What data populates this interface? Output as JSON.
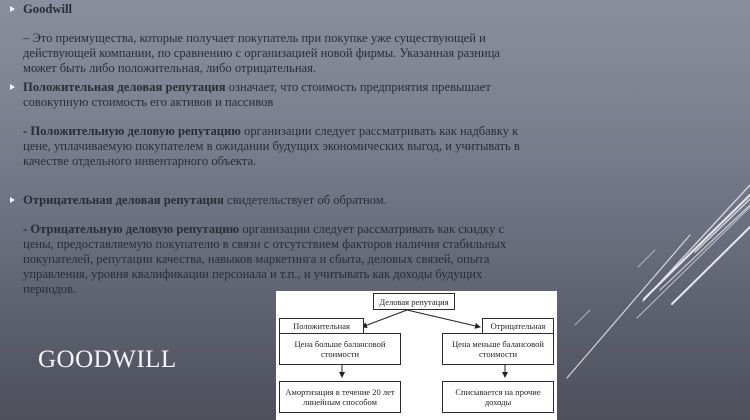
{
  "slide": {
    "title": "GOODWILL",
    "background": {
      "top": "#8a8e9c",
      "bottom": "#4d4f5b"
    },
    "text_color": "#2a2c36",
    "title_color": "#f4f5f8",
    "bullets": [
      {
        "heading": "Goodwill",
        "paragraphs": [
          {
            "bold": "",
            "text": "– Это преимущества, которые получает покупатель при покупке уже существующей и действующей компании, по сравнению с организацией новой фирмы. Указанная разница может быть либо положительная, либо отрицательная."
          }
        ]
      },
      {
        "heading": "Положительная деловая репутация",
        "heading_rest": " означает, что стоимость предприятия превышает совокупную стоимость его активов и пассивов",
        "paragraphs": [
          {
            "bold": "- Положительную деловую репутацию",
            "text": " организации следует рассматривать как надбавку к цене, уплачиваемую покупателем в ожидании будущих экономических выгод, и учитывать в качестве отдельного инвентарного объекта."
          }
        ]
      },
      {
        "heading": "Отрицательная деловая репутация",
        "heading_rest": " свидетельствует об обратном.",
        "paragraphs": [
          {
            "bold": "- Отрицательную деловую репутацию",
            "text": " организации следует рассматривать как скидку с цены, предоставляемую покупателю в связи с отсутствием факторов наличия стабильных покупателей, репутации качества, навыков маркетинга и сбыта, деловых связей, опыта управления, уровня квалификации персонала и т.п., и учитывать как доходы будущих периодов."
          }
        ]
      }
    ]
  },
  "diagram": {
    "root": "Деловая репутация",
    "left": {
      "label": "Положительная",
      "condition": "Цена больше балансовой стоимости",
      "result": "Амортизация в течение 20 лет линейным способом"
    },
    "right": {
      "label": "Отрицательная",
      "condition": "Цена меньше балансовой стоимости",
      "result": "Списывается на прочие доходы"
    }
  },
  "icons": {
    "bullet": "triangle-right-icon",
    "decoration": "diagonal-lines-decoration"
  }
}
